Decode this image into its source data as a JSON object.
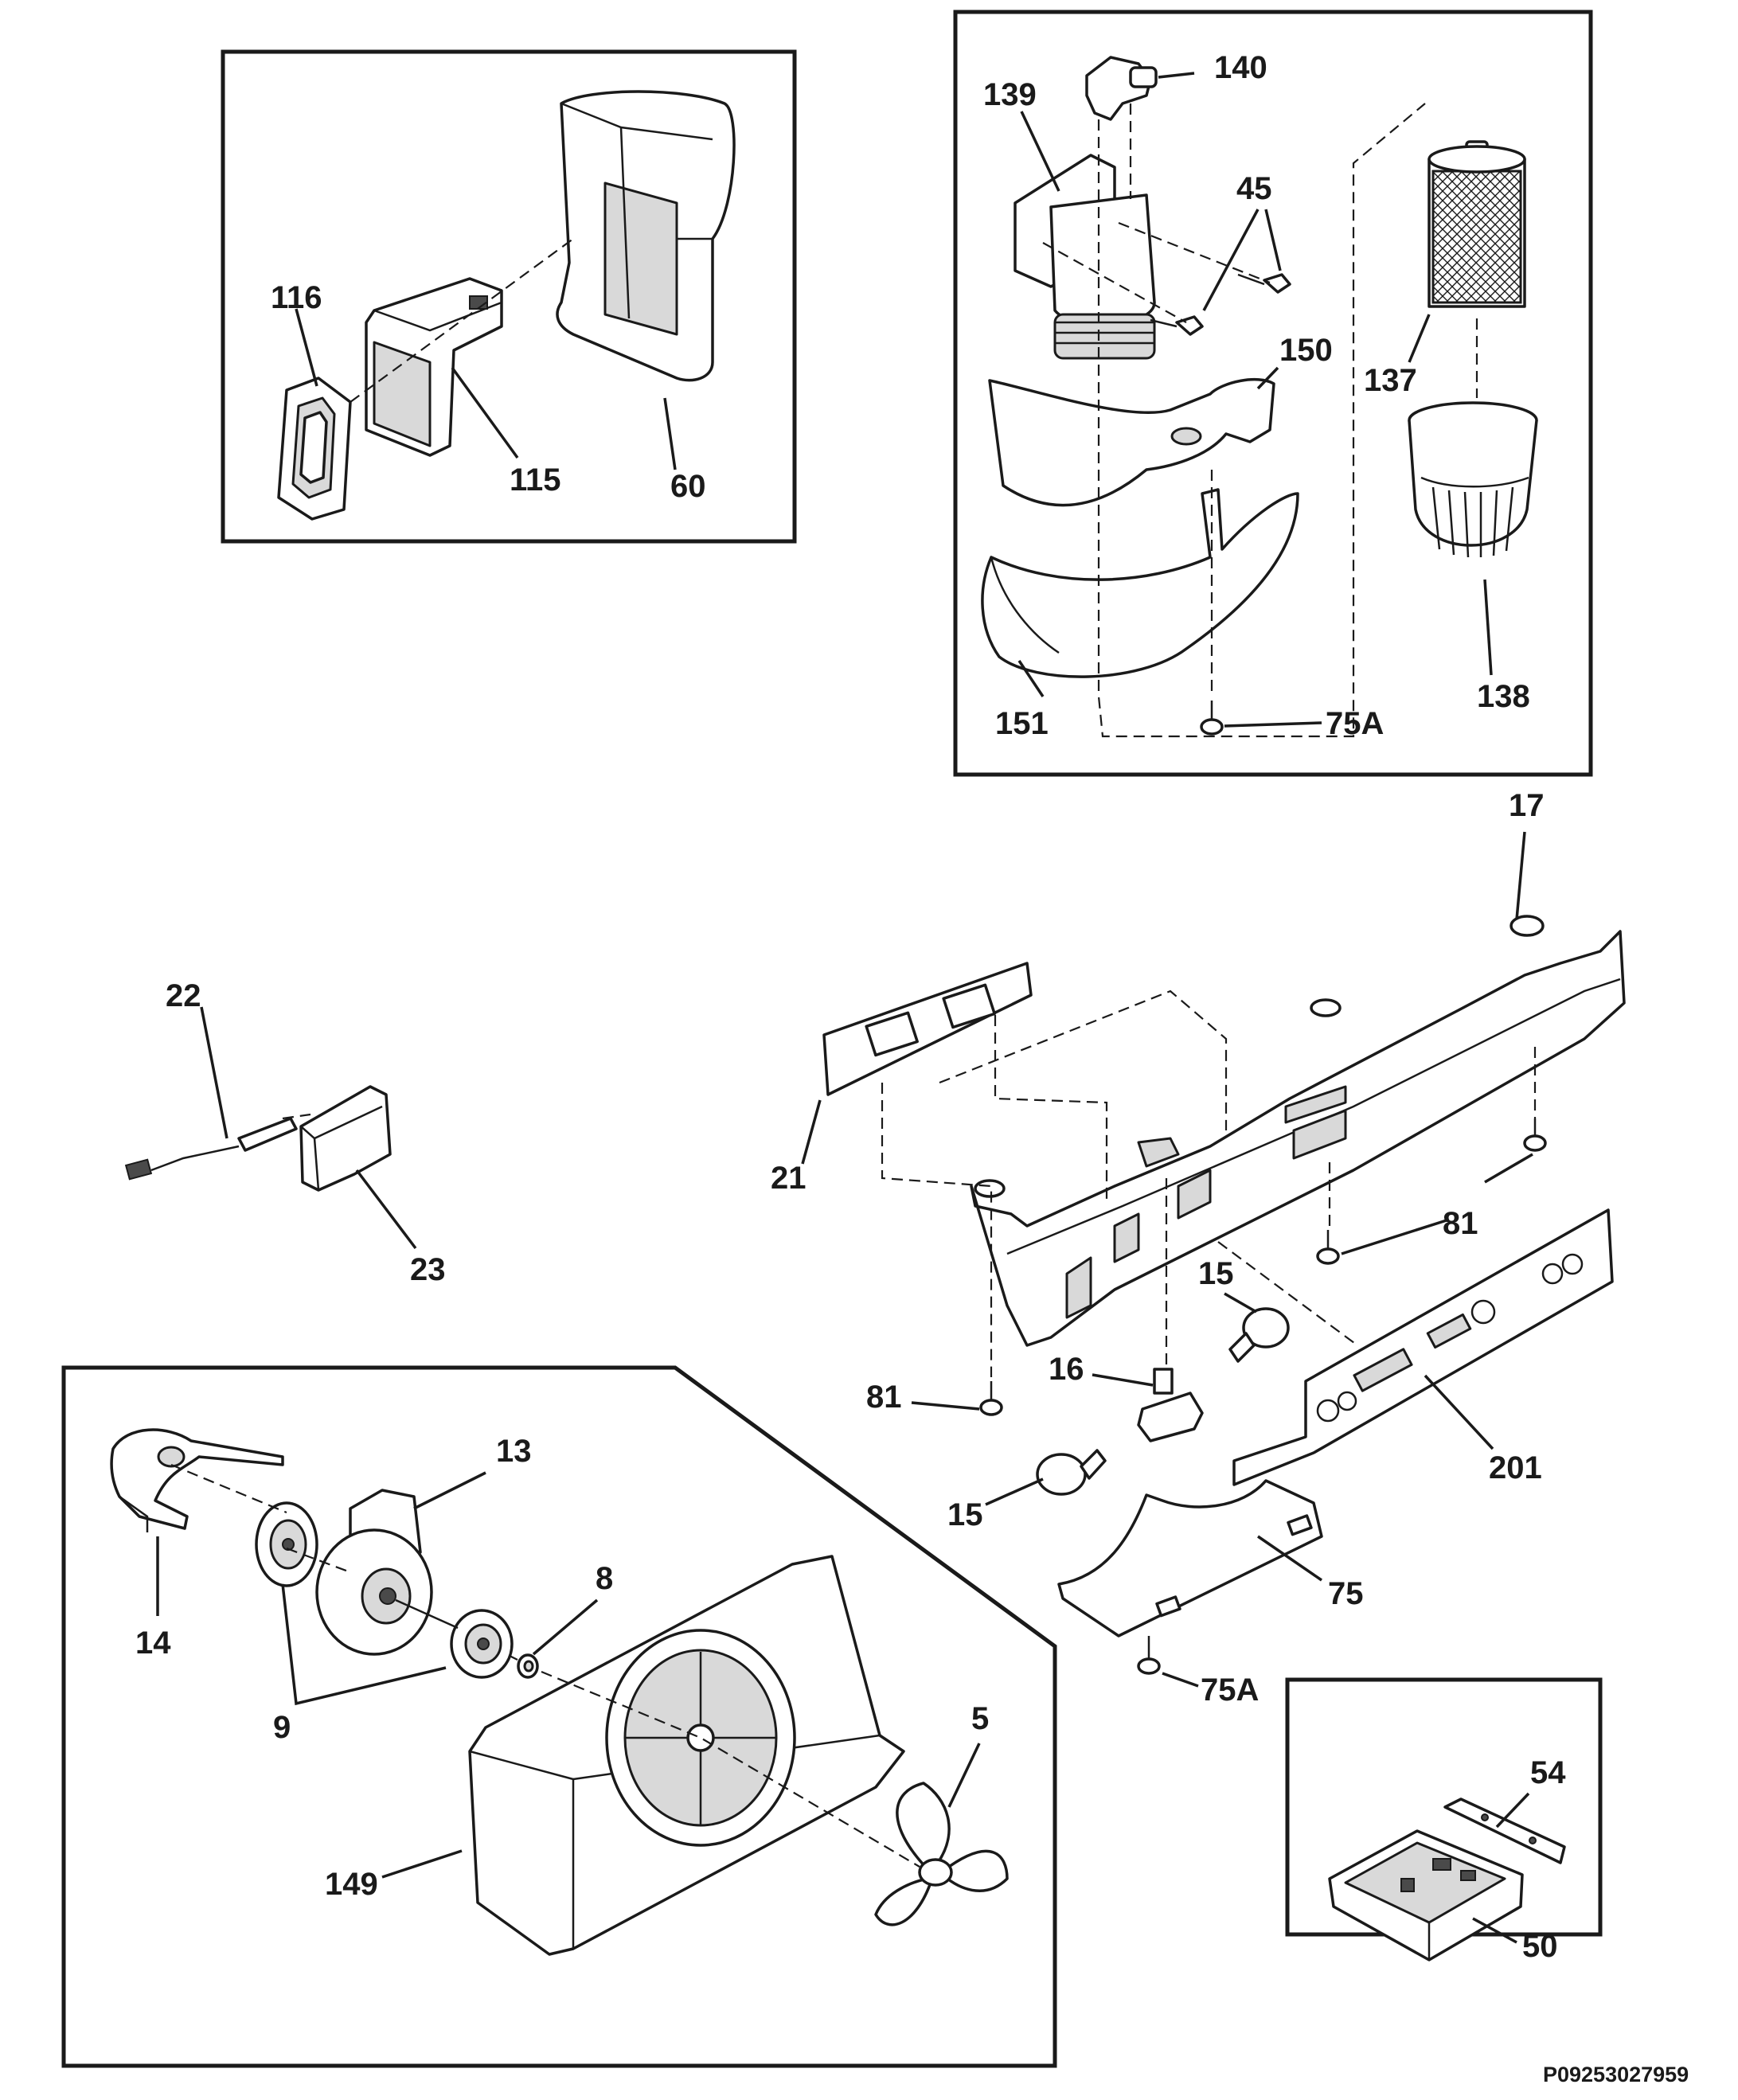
{
  "drawing_code": "P09253027959",
  "callouts": {
    "c116": "116",
    "c115": "115",
    "c60": "60",
    "c140": "140",
    "c139": "139",
    "c45": "45",
    "c150": "150",
    "c137": "137",
    "c138": "138",
    "c151": "151",
    "c75a_top": "75A",
    "c17": "17",
    "c22": "22",
    "c21": "21",
    "c23": "23",
    "c81_right": "81",
    "c15_top": "15",
    "c81_left": "81",
    "c16": "16",
    "c201": "201",
    "c15_bottom": "15",
    "c75": "75",
    "c75a_bottom": "75A",
    "c13": "13",
    "c14": "14",
    "c8": "8",
    "c9": "9",
    "c5": "5",
    "c149": "149",
    "c54": "54",
    "c50": "50"
  }
}
